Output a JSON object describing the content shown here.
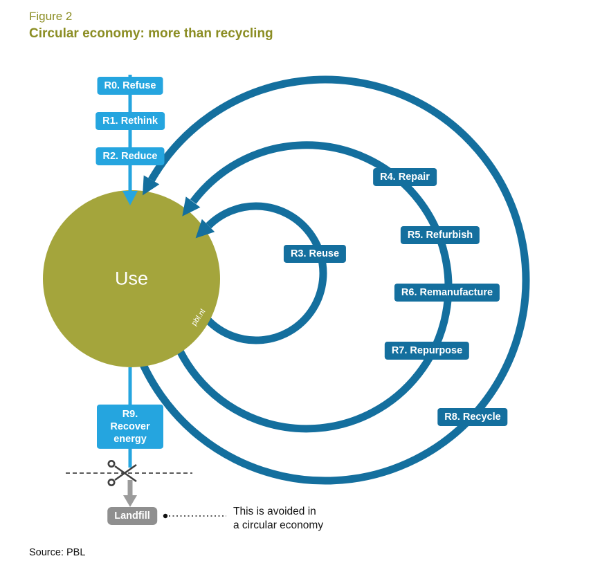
{
  "header": {
    "figure_label": "Figure 2",
    "title": "Circular economy: more than recycling"
  },
  "steps": {
    "r0": "R0. Refuse",
    "r1": "R1. Rethink",
    "r2": "R2. Reduce",
    "r3": "R3. Reuse",
    "r4": "R4. Repair",
    "r5": "R5. Refurbish",
    "r6": "R6. Remanufacture",
    "r7": "R7. Repurpose",
    "r8": "R8. Recycle",
    "r9": "R9. Recover energy"
  },
  "circle": {
    "label": "Use",
    "watermark": "pbl.nl"
  },
  "landfill": {
    "label": "Landfill"
  },
  "annotation": {
    "line1": "This is avoided in",
    "line2": "a circular economy"
  },
  "source": "Source: PBL",
  "colors": {
    "olive_text": "#8b8d23",
    "use_circle": "#a4a53c",
    "light_blue": "#25a5df",
    "teal": "#146f9e",
    "landfill_gray": "#8f8f8f"
  }
}
